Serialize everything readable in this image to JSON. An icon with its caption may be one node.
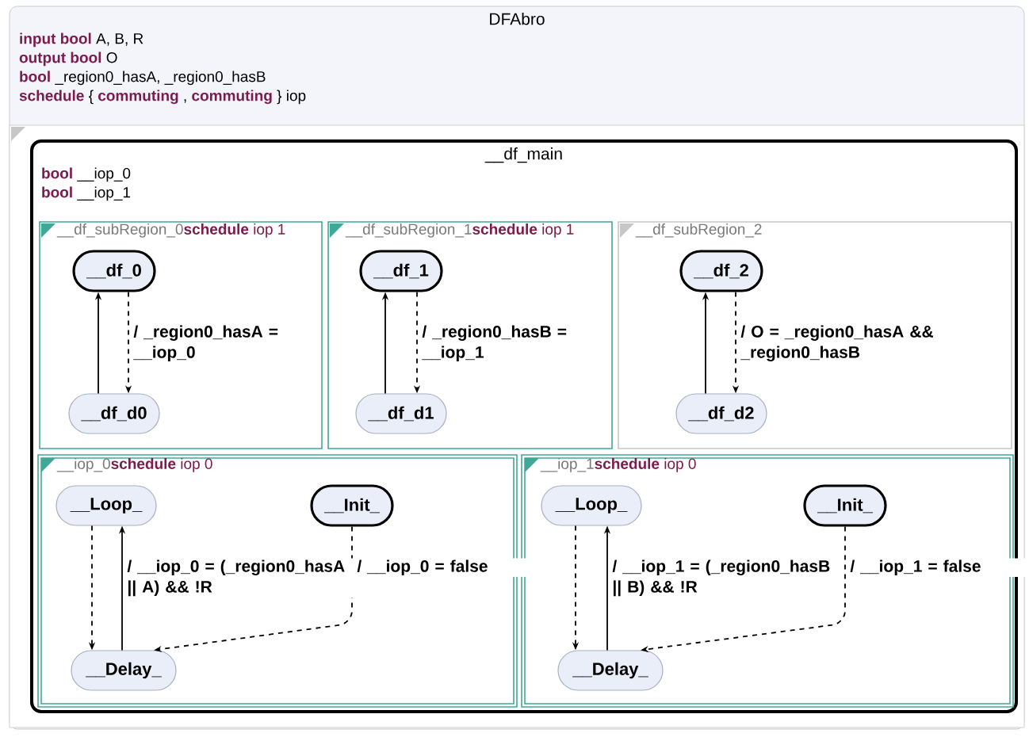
{
  "diagram": {
    "nodes": [
      {
        "text": [
          "DFAbro",
          "**input bool** A, B, R",
          "**output bool** O",
          "**bool** _region0_hasA, _region0_hasB",
          "**schedule** { **commuting** ,  **commuting** } iop"
        ]
      },
      {
        "text": [
          "__df_main",
          "**bool** __iop_0",
          "**bool** __iop_1"
        ],
        "in": 0
      },
      {
        "text": [
          "__df_subRegion_0",
          "**schedule** iop 1"
        ],
        "in": 1
      },
      {
        "text": [
          "__df_0"
        ],
        "in": 2
      },
      {
        "text": [
          "__df_d0"
        ],
        "in": 2
      },
      {
        "text": [
          "__df_subRegion_1",
          "**schedule** iop 1"
        ],
        "in": 1
      },
      {
        "text": [
          "__df_1"
        ],
        "in": 5
      },
      {
        "text": [
          "__df_d1"
        ],
        "in": 5
      },
      {
        "text": [
          "__df_subRegion_2"
        ],
        "in": 1
      },
      {
        "text": [
          "__df_2"
        ],
        "in": 8
      },
      {
        "text": [
          "__df_d2"
        ],
        "in": 8
      },
      {
        "text": [
          "__iop_0",
          "**schedule** iop 0"
        ],
        "in": 1
      },
      {
        "text": [
          "__Loop_"
        ],
        "in": 11
      },
      {
        "text": [
          "__Init_"
        ],
        "in": 11
      },
      {
        "text": [
          "__Delay_"
        ],
        "in": 11
      },
      {
        "text": [
          "__iop_1",
          "**schedule** iop 0"
        ],
        "in": 1
      },
      {
        "text": [
          "__Loop_"
        ],
        "in": 15
      },
      {
        "text": [
          "__Init_"
        ],
        "in": 15
      },
      {
        "text": [
          "__Delay_"
        ],
        "in": 15
      }
    ],
    "edges": [
      {
        "from": 3,
        "to": 4,
        "arrow": "to",
        "style": "dashed",
        "label": "/ _region0_hasA = __iop_0"
      },
      {
        "from": 4,
        "to": 3,
        "arrow": "to"
      },
      {
        "from": 6,
        "to": 7,
        "arrow": "to",
        "style": "dashed",
        "label": "/ _region0_hasB = __iop_1"
      },
      {
        "from": 7,
        "to": 6,
        "arrow": "to"
      },
      {
        "from": 9,
        "to": 10,
        "arrow": "to",
        "style": "dashed",
        "label": "/ O = _region0_hasA && _region0_hasB"
      },
      {
        "from": 10,
        "to": 9,
        "arrow": "to"
      },
      {
        "from": 12,
        "to": 14,
        "arrow": "to",
        "style": "dashed"
      },
      {
        "from": 14,
        "to": 12,
        "arrow": "to",
        "label": "/ __iop_0 = (_region0_hasA || A) && !R"
      },
      {
        "from": 13,
        "to": 14,
        "arrow": "to",
        "style": "dashed",
        "label": "/ __iop_0 = false"
      },
      {
        "from": 16,
        "to": 18,
        "arrow": "to",
        "style": "dashed"
      },
      {
        "from": 18,
        "to": 16,
        "arrow": "to",
        "label": "/ __iop_1 = (_region0_hasB || B) && !R"
      },
      {
        "from": 17,
        "to": 18,
        "arrow": "to",
        "style": "dashed",
        "label": "/ __iop_1 = false"
      }
    ]
  }
}
